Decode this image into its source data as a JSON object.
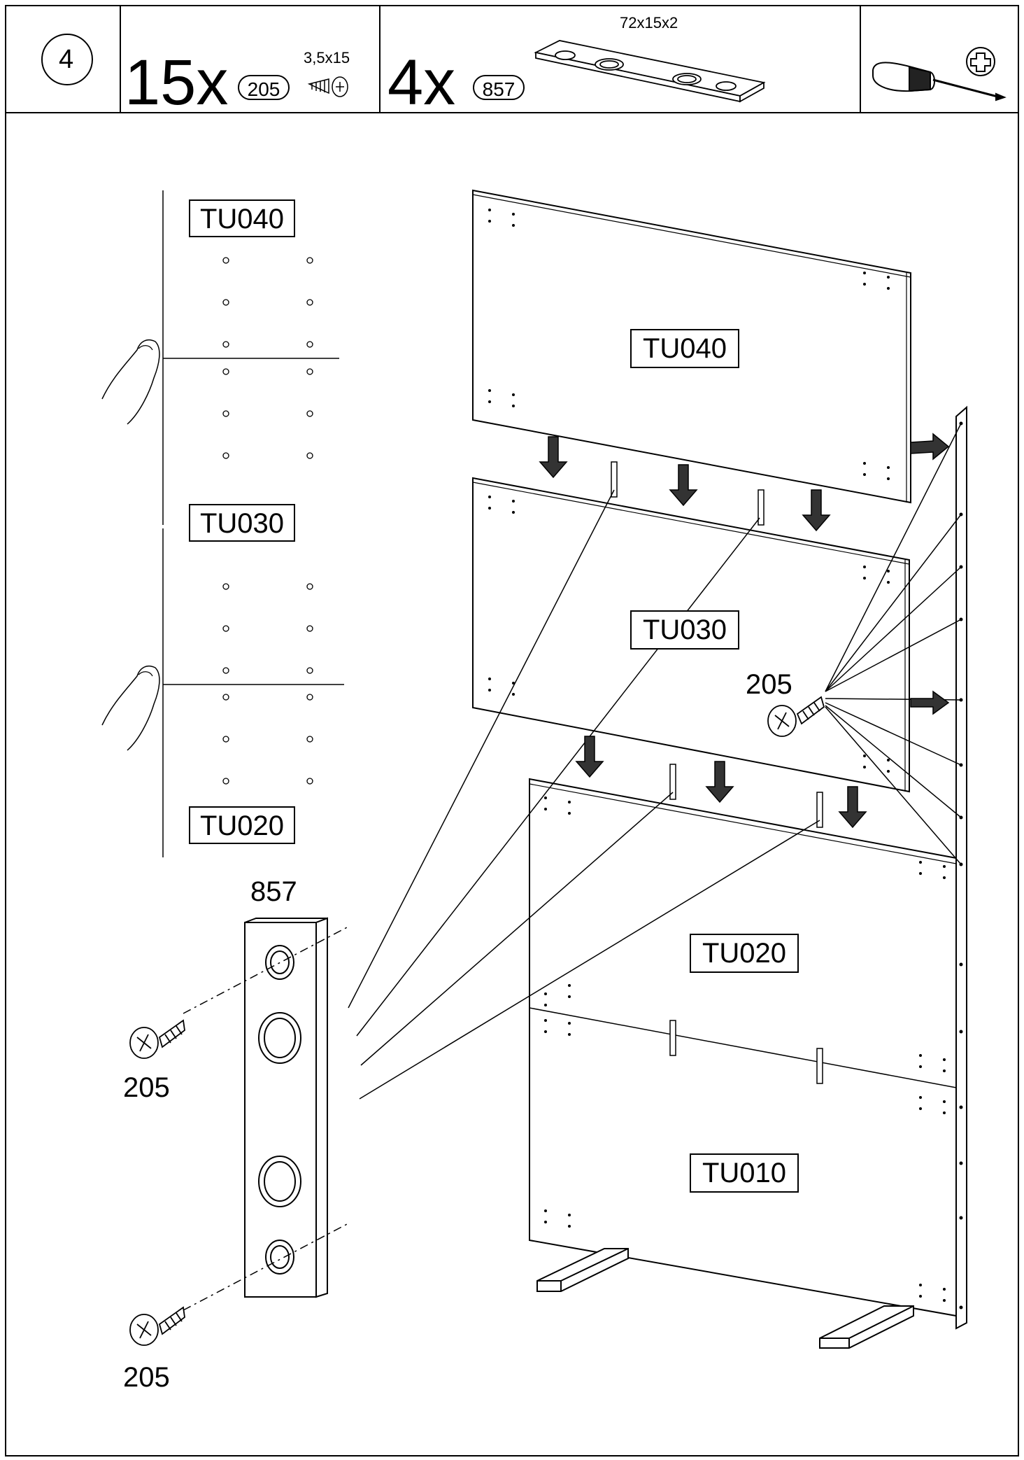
{
  "header": {
    "step_number": "4",
    "screw_qty": "15x",
    "screw_part": "205",
    "screw_size": "3,5x15",
    "connector_qty": "4x",
    "connector_part": "857",
    "connector_size": "72x15x2",
    "tool": "phillips-screwdriver"
  },
  "panels": {
    "tu040": "TU040",
    "tu030": "TU030",
    "tu020": "TU020",
    "tu010": "TU010"
  },
  "side_view": {
    "top": "TU040",
    "middle": "TU030",
    "bottom": "TU020"
  },
  "callouts": {
    "connector_label": "857",
    "screw_label_top": "205",
    "screw_label_bottom": "205",
    "screw_label_main": "205"
  }
}
